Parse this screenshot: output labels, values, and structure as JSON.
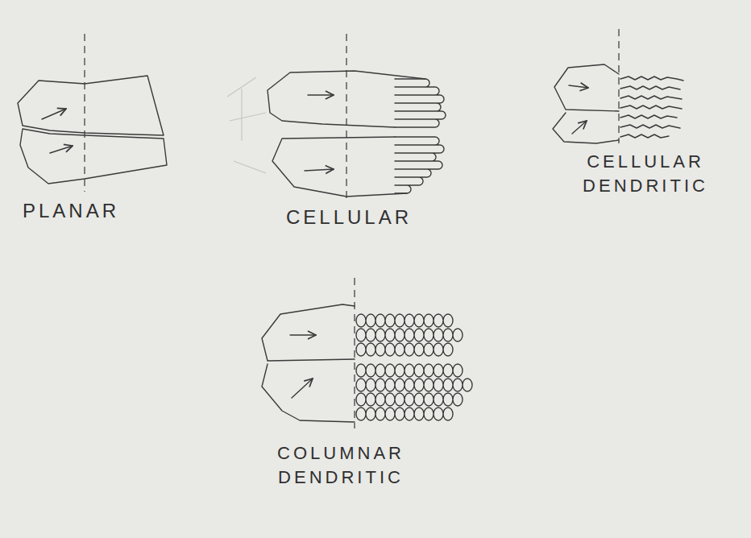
{
  "diagram": {
    "labels": [
      "PLANAR",
      "CELLULAR",
      "CELLULAR DENDRITIC",
      "COLUMNAR DENDRITIC"
    ]
  }
}
